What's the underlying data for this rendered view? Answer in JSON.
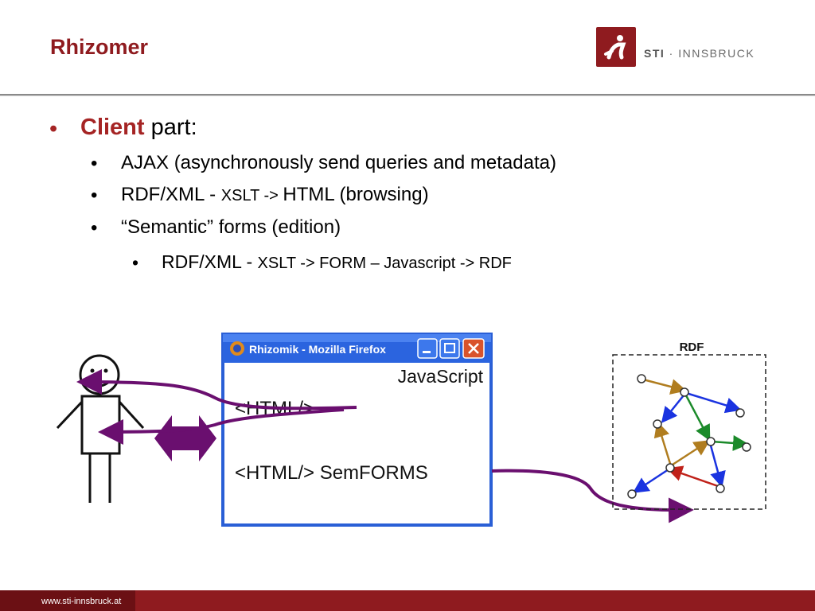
{
  "slide": {
    "title": "Rhizomer"
  },
  "logo": {
    "brand": "STI",
    "separator": " · ",
    "city": "INNSBRUCK",
    "icon": "sti-figure-logo-icon",
    "color": "#8f1b1f"
  },
  "bullets": {
    "main_accent": "Client",
    "main_rest": " part:",
    "sub1": "AJAX (asynchronously send queries and metadata)",
    "sub2_a": "RDF/XML - ",
    "sub2_b": "XSLT -> ",
    "sub2_c": "HTML (browsing)",
    "sub3": "“Semantic” forms (edition)",
    "sub3_1a": "RDF/XML - ",
    "sub3_1b": "XSLT -> FORM – Javascript -> RDF",
    "marker": "•"
  },
  "diagram": {
    "window_title": "Rhizomik - Mozilla Firefox",
    "window_buttons": [
      "minimize-icon",
      "maximize-icon",
      "close-icon"
    ],
    "javascript_label": "JavaScript",
    "html_label": "<HTML/>",
    "html_semforms_label": "<HTML/> SemFORMS",
    "rdf_label": "RDF",
    "arrow_color": "#6a0f6f",
    "user_icon": "stick-figure-user-icon"
  },
  "footer": {
    "url": "www.sti-innsbruck.at"
  }
}
